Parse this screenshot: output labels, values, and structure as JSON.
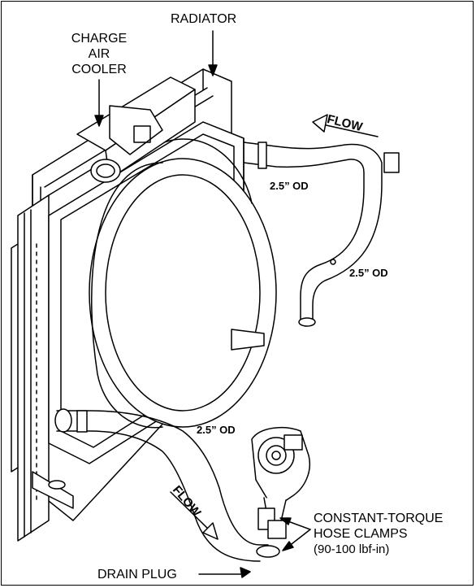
{
  "labels": {
    "radiator": "RADIATOR",
    "charge_air_cooler": [
      "CHARGE",
      "AIR",
      "COOLER"
    ],
    "flow_top": "FLOW",
    "flow_bottom": "FLOW",
    "od_top": "2.5” OD",
    "od_middle": "2.5” OD",
    "od_bottom": "2.5” OD",
    "clamps": [
      "CONSTANT-TORQUE",
      "HOSE CLAMPS",
      "(90-100 lbf-in)"
    ],
    "drain_plug": "DRAIN PLUG"
  },
  "colors": {
    "line": "#000000",
    "background": "#ffffff"
  }
}
